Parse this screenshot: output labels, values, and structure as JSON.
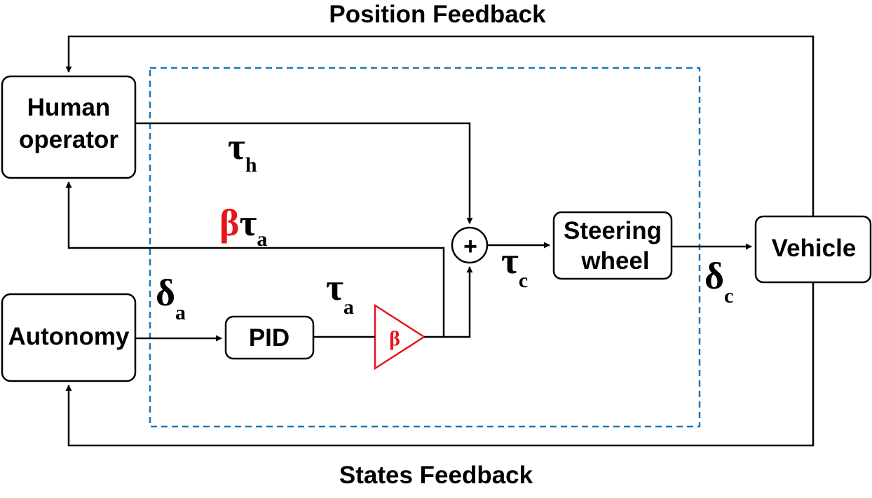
{
  "titles": {
    "position_feedback": "Position Feedback",
    "states_feedback": "States Feedback"
  },
  "blocks": {
    "human_operator_line1": "Human",
    "human_operator_line2": "operator",
    "autonomy": "Autonomy",
    "pid": "PID",
    "steering_line1": "Steering",
    "steering_line2": "wheel",
    "vehicle": "Vehicle",
    "gain": "β",
    "summing": "+"
  },
  "signals": {
    "tau": "τ",
    "delta": "δ",
    "beta": "β",
    "sub_h": "h",
    "sub_a": "a",
    "sub_c": "c"
  },
  "colors": {
    "ink": "#000000",
    "accent": "#e8141b",
    "boundary": "#1f77b4"
  }
}
